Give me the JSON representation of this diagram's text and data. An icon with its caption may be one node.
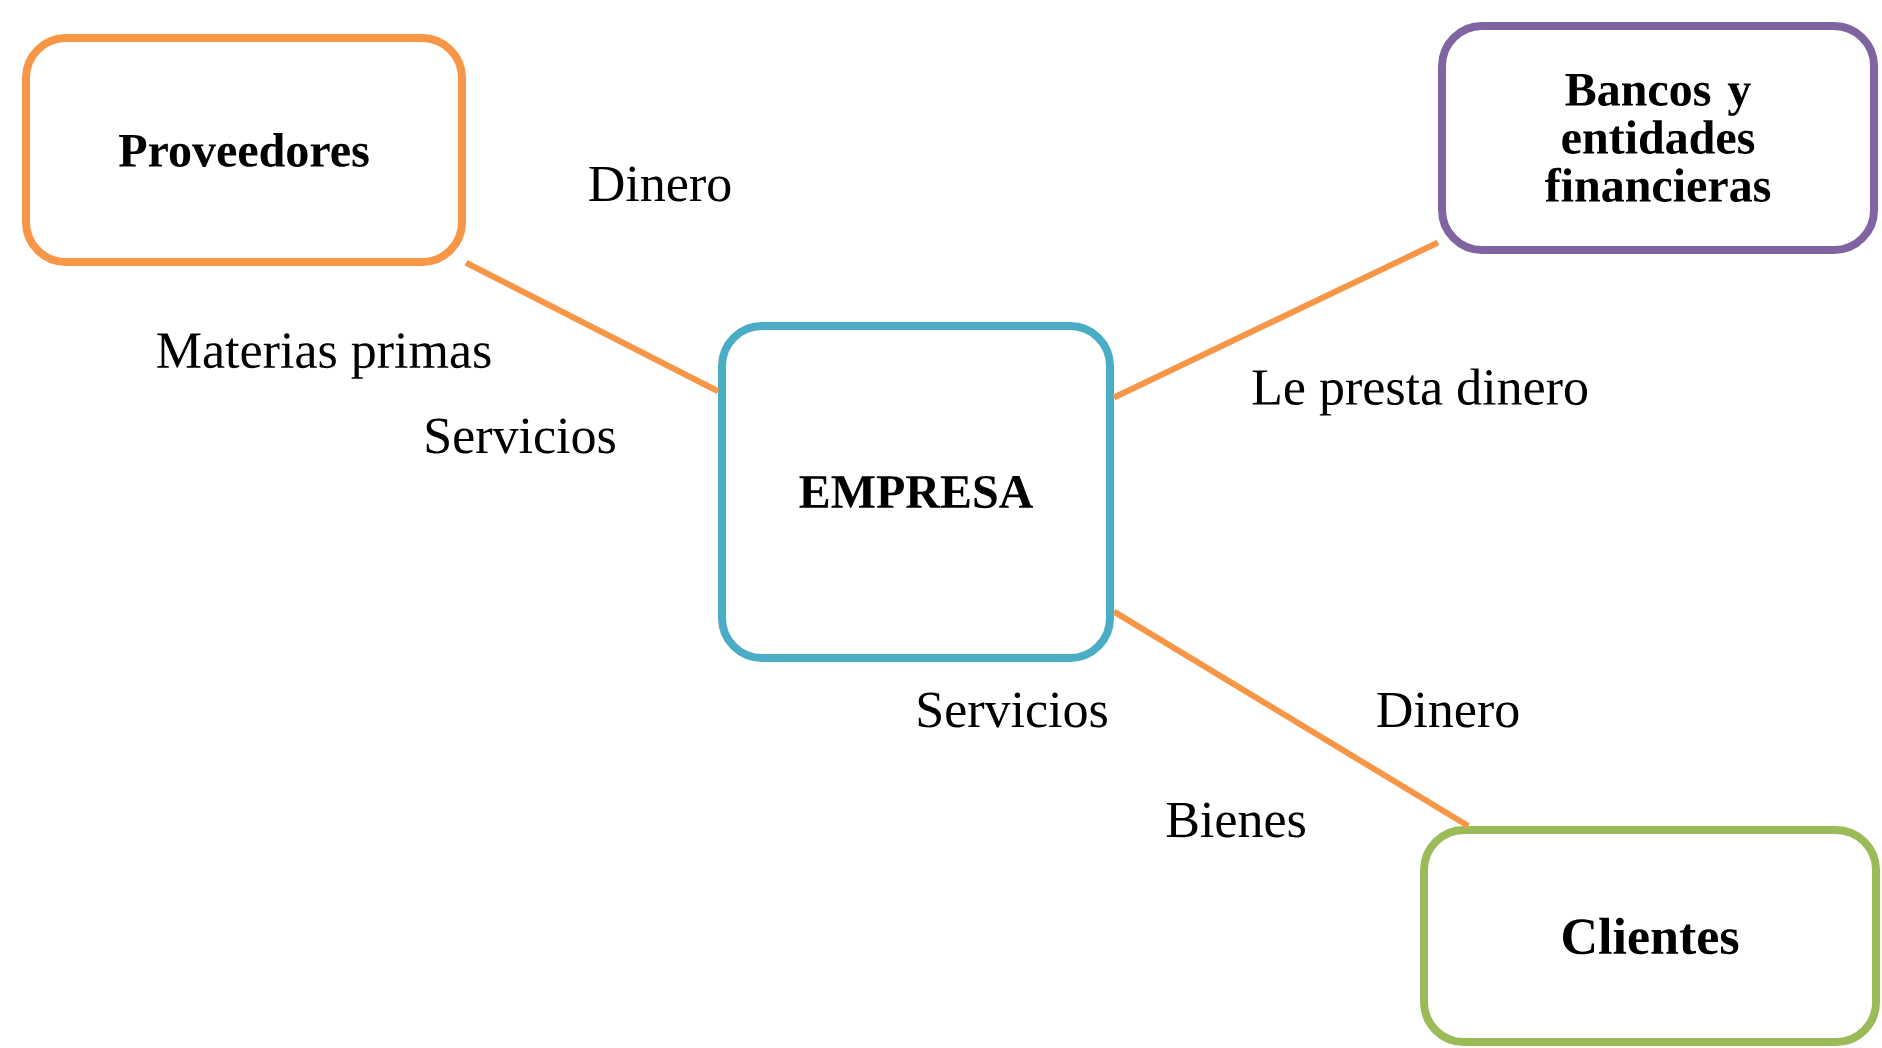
{
  "diagram": {
    "nodes": [
      {
        "text": [
          "Proveedores"
        ]
      },
      {
        "text": [
          "Bancos y entidades financieras"
        ]
      },
      {
        "text": [
          "EMPRESA"
        ]
      },
      {
        "text": [
          "Clientes"
        ]
      }
    ],
    "edges": [
      {
        "from": 0,
        "to": 2,
        "arrow": "none"
      },
      {
        "from": 2,
        "to": 1,
        "arrow": "none"
      },
      {
        "from": 2,
        "to": 3,
        "arrow": "none"
      }
    ],
    "labels": [
      "Dinero",
      "Materias primas",
      "Servicios",
      "Le presta dinero",
      "Servicios",
      "Dinero",
      "Bienes"
    ]
  }
}
